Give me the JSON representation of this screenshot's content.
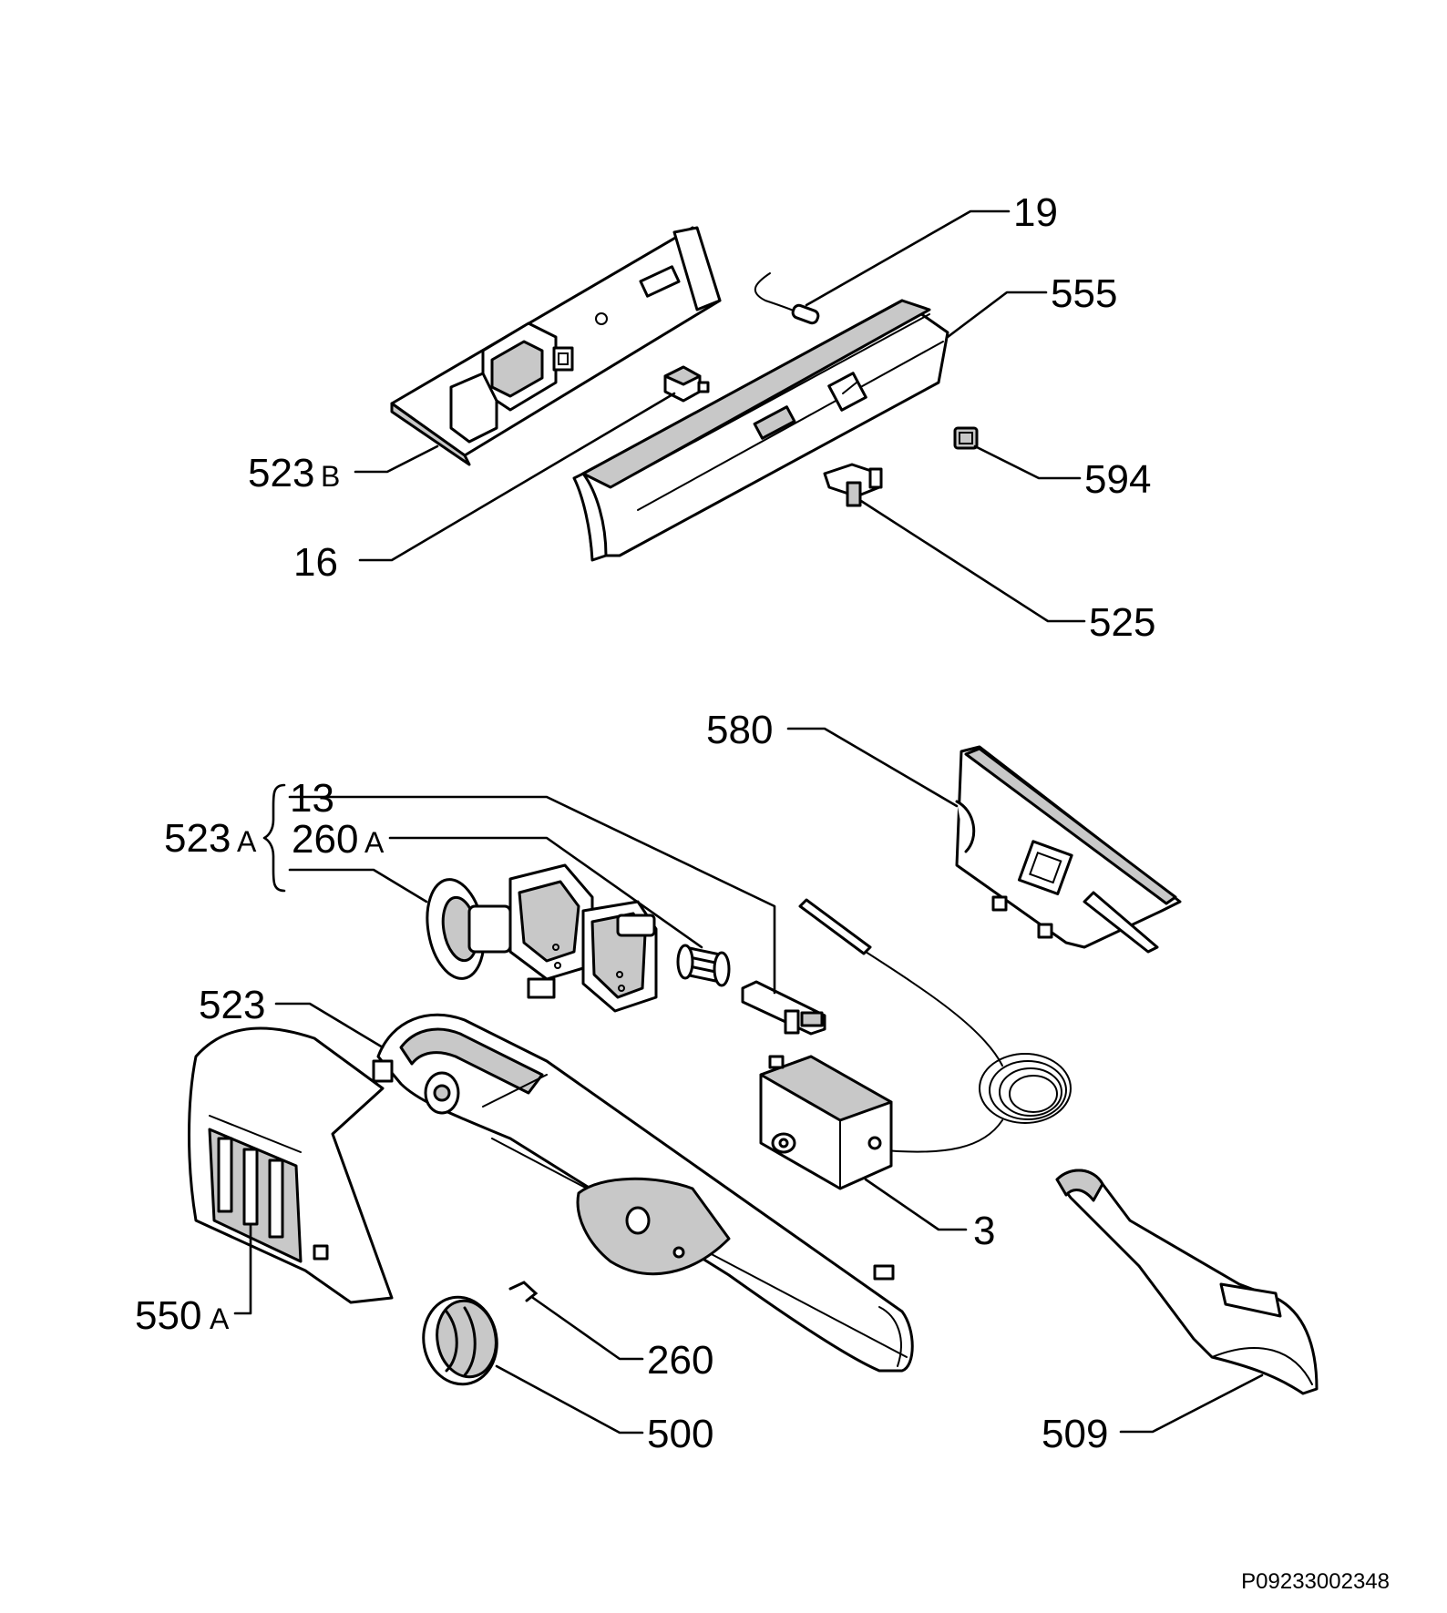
{
  "labels": {
    "l19": "19",
    "l555": "555",
    "l523b": "523",
    "l523b_suffix": "B",
    "l594": "594",
    "l16": "16",
    "l525": "525",
    "l580": "580",
    "l13": "13",
    "l523a": "523",
    "l523a_suffix": "A",
    "l260a": "260",
    "l260a_suffix": "A",
    "l523": "523",
    "l3": "3",
    "l550a": "550",
    "l550a_suffix": "A",
    "l260": "260",
    "l500": "500",
    "l509": "509"
  },
  "drawing_code": "P09233002348",
  "colors": {
    "line": "#000000",
    "fill": "#ffffff",
    "shade": "#c8c8c8"
  }
}
